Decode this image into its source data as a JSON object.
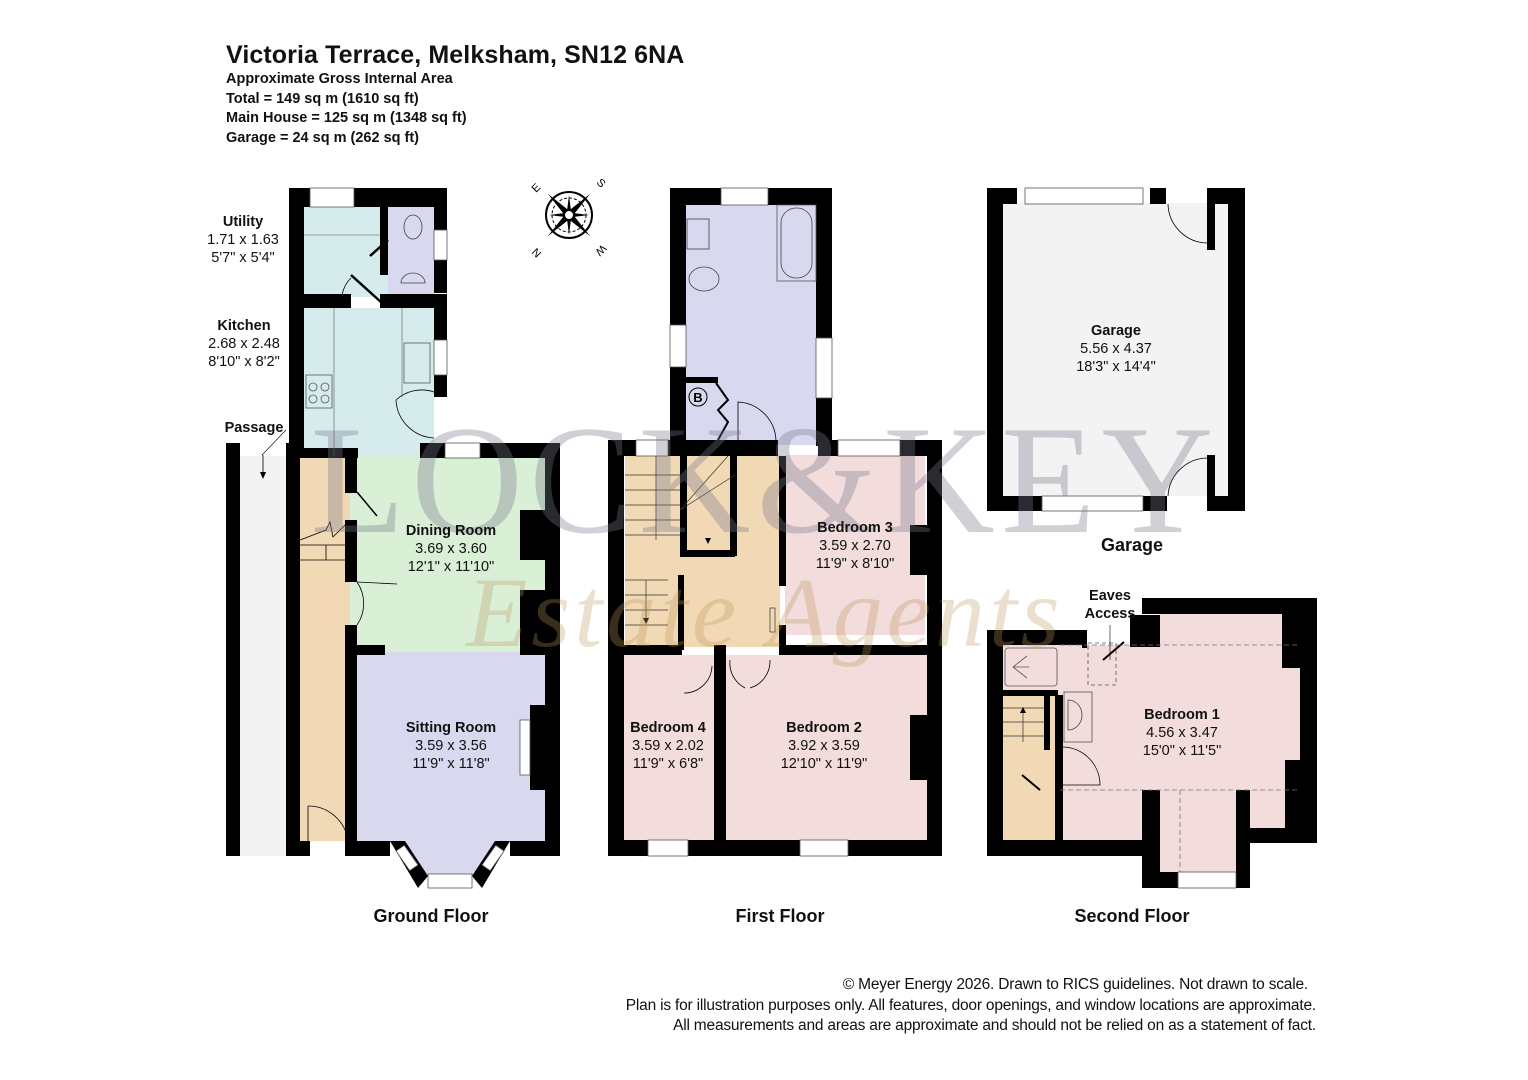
{
  "header": {
    "title": "Victoria Terrace, Melksham, SN12 6NA",
    "subtitle": "Approximate Gross Internal Area",
    "total": "Total = 149 sq m (1610 sq ft)",
    "main_house": "Main House = 125 sq m (1348 sq ft)",
    "garage": "Garage = 24 sq m (262 sq ft)"
  },
  "compass": {
    "labels": [
      "N",
      "E",
      "S",
      "W"
    ]
  },
  "watermark": {
    "line1": "LOCK&KEY",
    "line2": "Estate Agents"
  },
  "floors": {
    "ground": {
      "label": "Ground Floor",
      "rooms": {
        "utility": {
          "name": "Utility",
          "metric": "1.71 x 1.63",
          "imperial": "5'7\" x 5'4\""
        },
        "kitchen": {
          "name": "Kitchen",
          "metric": "2.68 x 2.48",
          "imperial": "8'10\" x 8'2\""
        },
        "passage": {
          "name": "Passage"
        },
        "dining": {
          "name": "Dining Room",
          "metric": "3.69 x 3.60",
          "imperial": "12'1\" x 11'10\""
        },
        "sitting": {
          "name": "Sitting Room",
          "metric": "3.59 x 3.56",
          "imperial": "11'9\" x 11'8\""
        }
      }
    },
    "first": {
      "label": "First Floor",
      "boiler_symbol": "B",
      "rooms": {
        "bedroom3": {
          "name": "Bedroom 3",
          "metric": "3.59 x 2.70",
          "imperial": "11'9\" x 8'10\""
        },
        "bedroom4": {
          "name": "Bedroom 4",
          "metric": "3.59 x 2.02",
          "imperial": "11'9\" x 6'8\""
        },
        "bedroom2": {
          "name": "Bedroom 2",
          "metric": "3.92 x 3.59",
          "imperial": "12'10\" x 11'9\""
        }
      }
    },
    "garage": {
      "label": "Garage",
      "rooms": {
        "garage": {
          "name": "Garage",
          "metric": "5.56 x 4.37",
          "imperial": "18'3\" x 14'4\""
        }
      }
    },
    "second": {
      "label": "Second Floor",
      "eaves_line1": "Eaves",
      "eaves_line2": "Access",
      "rooms": {
        "bedroom1": {
          "name": "Bedroom 1",
          "metric": "4.56 x 3.47",
          "imperial": "15'0\" x 11'5\""
        }
      }
    }
  },
  "colors": {
    "wall": "#000000",
    "utility_kitchen": "#d6ecec",
    "wc_bath": "#d8d8ef",
    "hall_stairs": "#f2d9b5",
    "dining": "#d9efd6",
    "sitting": "#d8d8ef",
    "bedroom": "#f2dcdc",
    "garage": "#f3f3f3",
    "passage": "#f3f3f3"
  },
  "footer": {
    "line1": "© Meyer Energy 2026. Drawn to RICS guidelines.  Not drawn to scale.",
    "line2": "Plan is for illustration purposes only. All features, door openings, and window locations are approximate.",
    "line3": "All measurements and areas are approximate and should not be relied on as a statement of fact."
  }
}
